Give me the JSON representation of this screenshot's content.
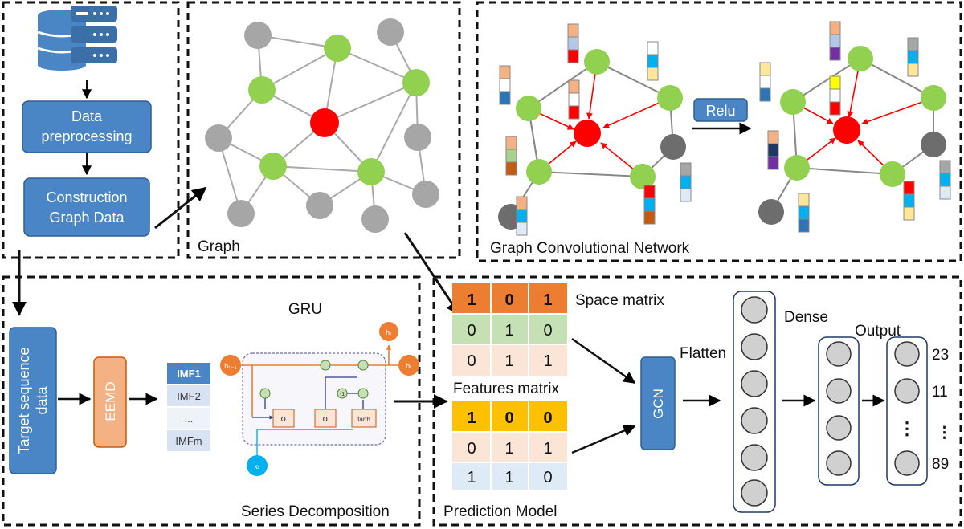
{
  "pipeline": {
    "data_preprocessing": [
      "Data",
      "preprocessing"
    ],
    "construction": [
      "Construction",
      "Graph Data"
    ]
  },
  "panels": {
    "graph": "Graph",
    "gcn": "Graph Convolutional Network",
    "series": "Series Decomposition",
    "prediction": "Prediction Model"
  },
  "relu": "Relu",
  "sequence": {
    "target": [
      "Target sequence",
      "data"
    ],
    "eemd": "EEMD",
    "imfs": [
      "IMF1",
      "IMF2",
      "...",
      "IMFm"
    ]
  },
  "gru": {
    "title": "GRU",
    "symbols": {
      "h_prev": "hₜ₋₁",
      "h_t": "hₜ",
      "x_t": "xₜ",
      "sigma": "σ",
      "tanh": "tanh",
      "minus_one": "-1"
    }
  },
  "matrices": {
    "space_label": "Space matrix",
    "space": [
      [
        "1",
        "0",
        "1"
      ],
      [
        "0",
        "1",
        "0"
      ],
      [
        "0",
        "1",
        "1"
      ]
    ],
    "features_label": "Features matrix",
    "features": [
      [
        "1",
        "0",
        "0"
      ],
      [
        "0",
        "1",
        "1"
      ],
      [
        "1",
        "1",
        "0"
      ]
    ]
  },
  "model": {
    "gcn": "GCN",
    "flatten": "Flatten",
    "dense": "Dense",
    "output": "Output",
    "output_values": [
      "23",
      "11",
      "⋮",
      "89"
    ]
  },
  "colors": {
    "box_blue": "#4a86c6",
    "eemd_orange": "#f4b183",
    "node_green": "#92d050",
    "node_red": "#ff0000",
    "node_gray": "#a6a6a6",
    "node_dark": "#6d6d6d",
    "orange_header": "#ed7d31",
    "yellow_header": "#ffc000"
  }
}
